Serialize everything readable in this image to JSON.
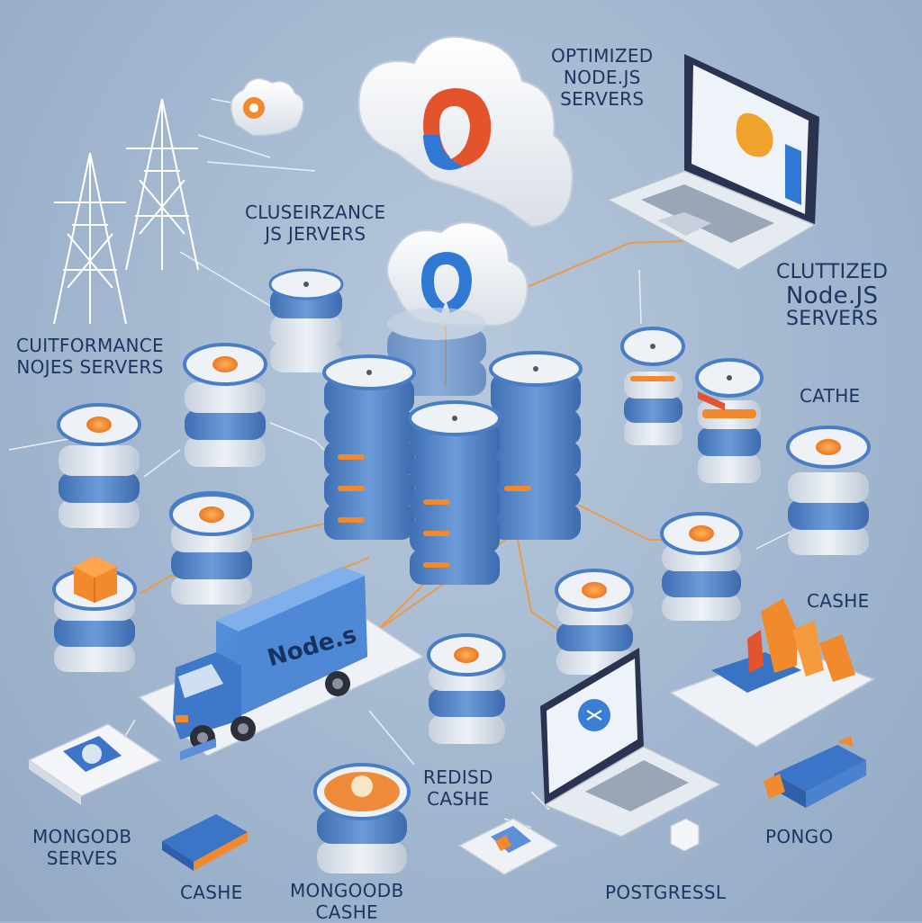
{
  "labels": {
    "optimized_node_js_servers": [
      "OPTIMIZED",
      "NODE.JS",
      "SERVERS"
    ],
    "cluster_js_servers": [
      "CLUSEIRZANCE",
      "JS JERVERS"
    ],
    "clustered_node_js_servers": [
      "CLUTTIZED",
      "Node.JS",
      "SERVERS"
    ],
    "performance_node_servers": [
      "CUITFORMANCE",
      "NOJES SERVERS"
    ],
    "cache_right_top": "CATHE",
    "cache_right_mid": "CASHE",
    "mongodb_servers": [
      "MONGODB",
      "SERVES"
    ],
    "cache_bottom_left": "CASHE",
    "mongodb_cache": [
      "MONGOODB",
      "CASHE"
    ],
    "redis_cache": [
      "REDISD",
      "CASHE"
    ],
    "postgresql": "POSTGRESSL",
    "mongo": "PONGO"
  },
  "truck": {
    "text": "Node.s"
  },
  "colors": {
    "background": "#a2b7cf",
    "server_blue": "#4a7ec4",
    "server_top": "#e9eef5",
    "accent_orange": "#f08a2c",
    "logo_red": "#e4542c",
    "logo_blue": "#2f79d4",
    "connector": "#e99a4a",
    "text": "#1f3560"
  },
  "icons": [
    "cloud-icon",
    "laptop-icon",
    "server-stack-icon",
    "truck-icon",
    "power-tower-icon",
    "chart-icon",
    "cube-icon"
  ]
}
